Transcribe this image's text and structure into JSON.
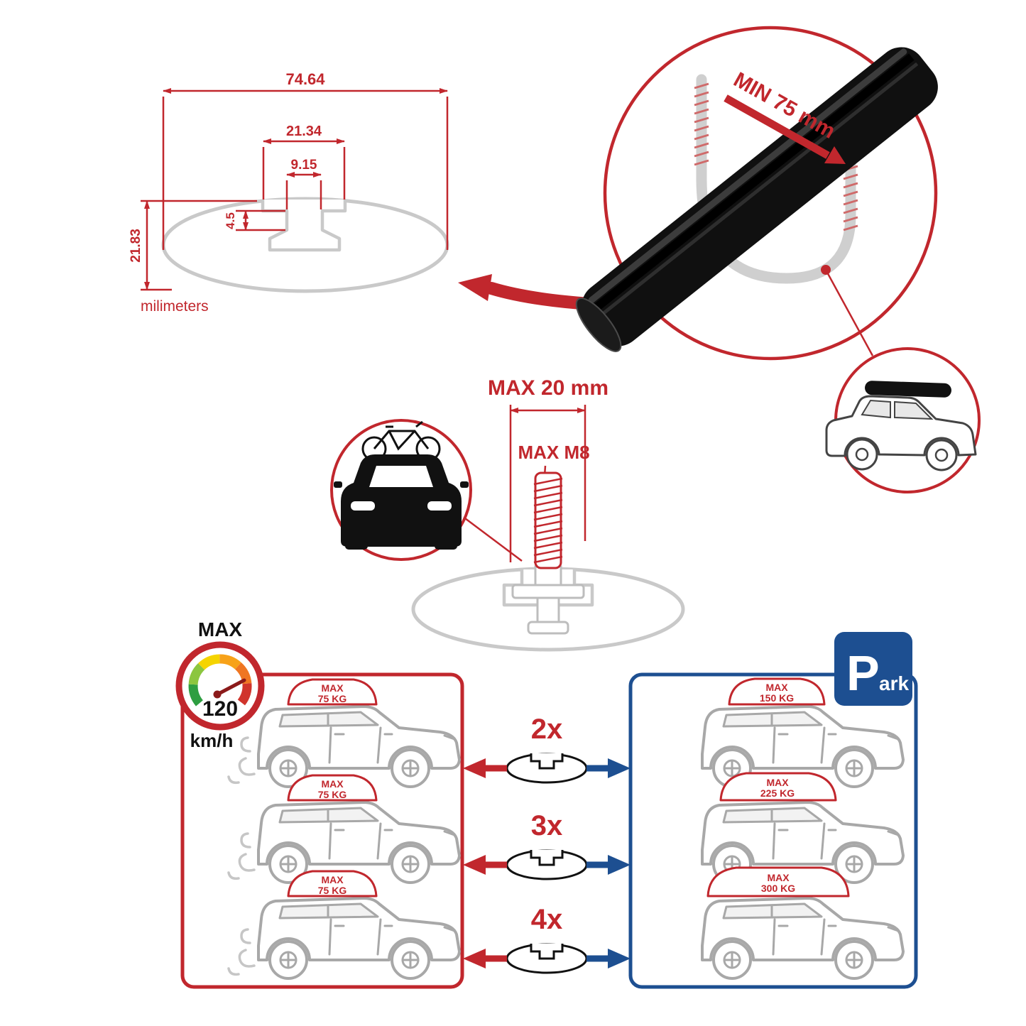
{
  "colors": {
    "red": "#C1272D",
    "blue": "#1D4F91",
    "gray": "#C9C9C9",
    "dark": "#111111"
  },
  "dimension_diagram": {
    "total_width": "74.64",
    "channel_outer_width": "21.34",
    "channel_inner_width": "9.15",
    "slot_depth": "4.5",
    "total_height": "21.83",
    "unit_label": "milimeters"
  },
  "crossbar_detail": {
    "min_clamp_span": "MIN 75 mm"
  },
  "bolt_diagram": {
    "max_protrusion": "MAX 20 mm",
    "max_thread": "MAX M8"
  },
  "speed_limit": {
    "title": "MAX",
    "value": "120",
    "unit": "km/h"
  },
  "parking_sign": {
    "letter": "P",
    "suffix": "ark"
  },
  "load_comparison": {
    "rows": [
      {
        "multiplier": "2x",
        "moving": {
          "label": "MAX",
          "weight": "75 KG"
        },
        "parked": {
          "label": "MAX",
          "weight": "150 KG"
        }
      },
      {
        "multiplier": "3x",
        "moving": {
          "label": "MAX",
          "weight": "75 KG"
        },
        "parked": {
          "label": "MAX",
          "weight": "225 KG"
        }
      },
      {
        "multiplier": "4x",
        "moving": {
          "label": "MAX",
          "weight": "75 KG"
        },
        "parked": {
          "label": "MAX",
          "weight": "300 KG"
        }
      }
    ]
  }
}
